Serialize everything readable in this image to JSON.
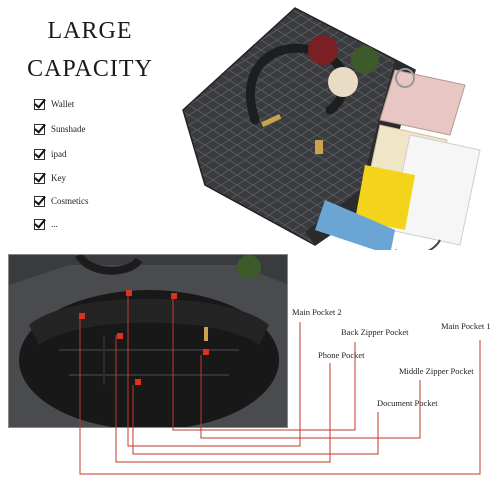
{
  "header": {
    "line1": "LARGE",
    "line2": "CAPACITY"
  },
  "contents": [
    {
      "label": "Wallet"
    },
    {
      "label": "Sunshade"
    },
    {
      "label": "ipad"
    },
    {
      "label": "Key"
    },
    {
      "label": "Cosmetics"
    },
    {
      "label": "..."
    }
  ],
  "callouts": {
    "main_pocket_2": "Main Pocket 2",
    "back_zipper_pocket": "Back Zipper Pocket",
    "main_pocket_1": "Main Pocket 1",
    "phone_pocket": "Phone Pocket",
    "middle_zipper_pocket": "Middle Zipper Pocket",
    "document_pocket": "Document Pocket"
  },
  "colors": {
    "callout_line": "#c0392b",
    "marker": "#e0301e",
    "bag": "#2f3033"
  }
}
